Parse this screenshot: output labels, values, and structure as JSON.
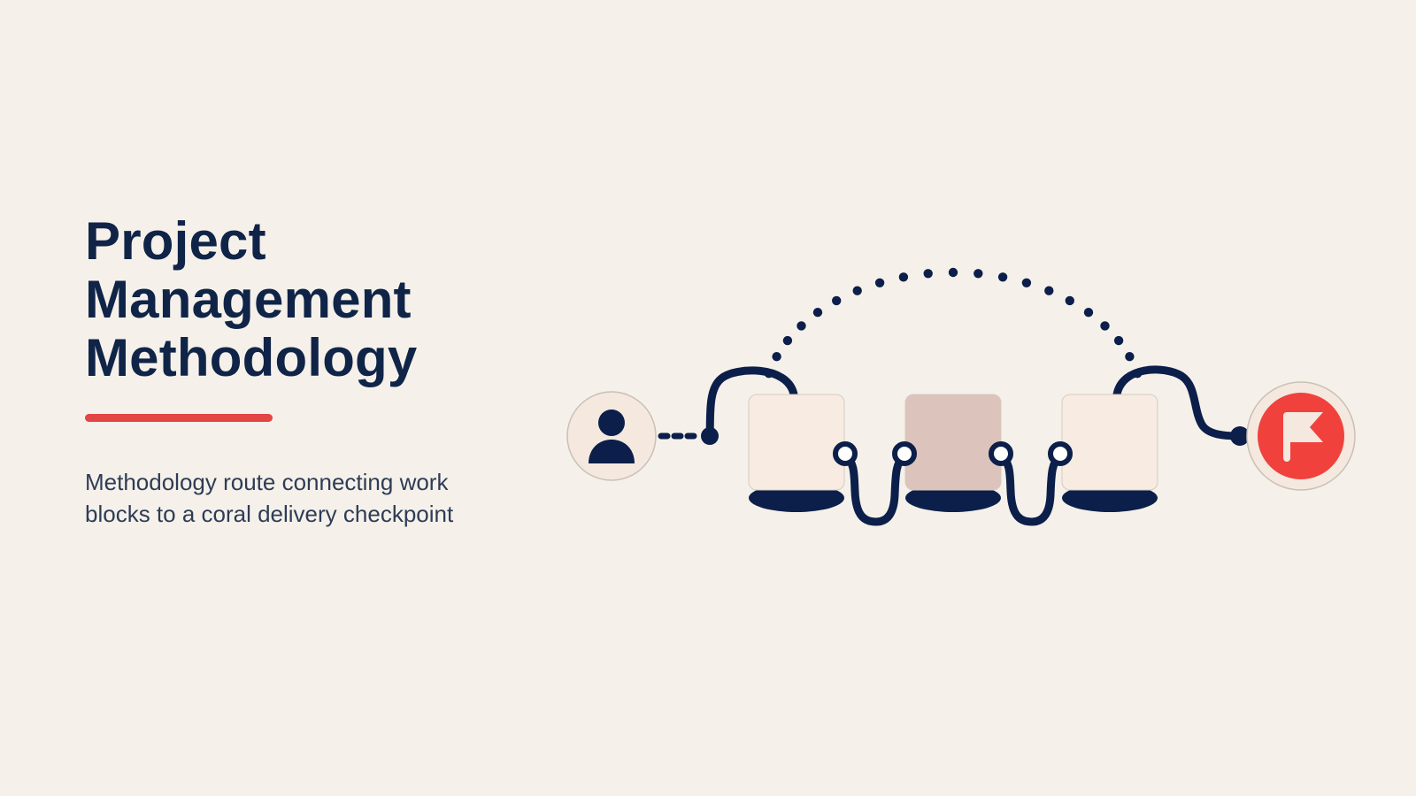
{
  "title_lines": [
    "Project",
    "Management",
    "Methodology"
  ],
  "subtitle": "Methodology route connecting work blocks to a coral delivery checkpoint",
  "colors": {
    "background": "#f5f1ea",
    "navy": "#0c1f4a",
    "coral": "#f0413c",
    "accent_bar": "#e34444",
    "block_light": "#f7ebe2",
    "block_highlight": "#dcc3bc",
    "circle_fill": "#f4e8df"
  },
  "diagram": {
    "start_icon": "person-icon",
    "end_icon": "flag-icon",
    "blocks": [
      {
        "name": "work-block-1",
        "state": "default"
      },
      {
        "name": "work-block-2",
        "state": "highlighted"
      },
      {
        "name": "work-block-3",
        "state": "default"
      }
    ]
  }
}
